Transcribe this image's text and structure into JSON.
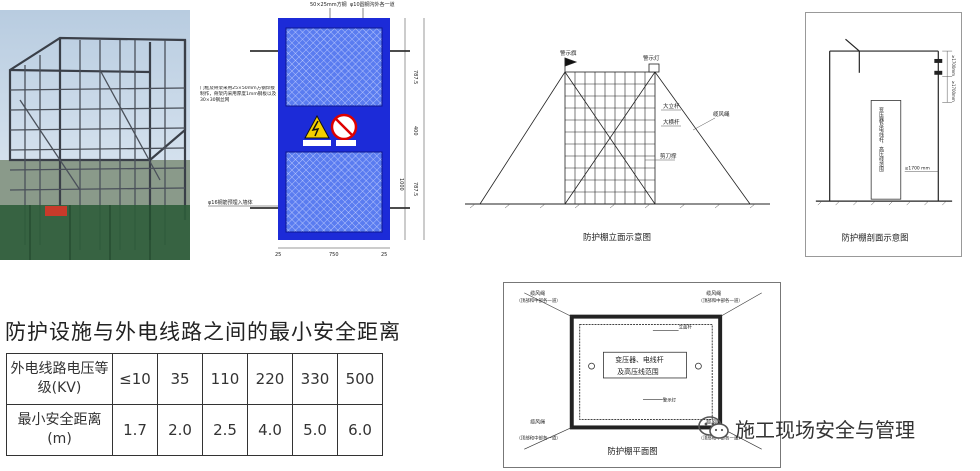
{
  "door": {
    "top_note_1": "50×25mm方钢",
    "top_note_2": "φ10圆钢沟外各一道",
    "left_note": "门框及骨架采用25×50mm方钢焊接制作，骨架内采用厚度1mm钢板以及30×30钢丝网",
    "anchor_note": "φ16钢筋预埋入墙体",
    "dim_bottom": [
      "25",
      "750",
      "25"
    ],
    "dim_right": [
      "787.5",
      "400",
      "787.5",
      "1000"
    ]
  },
  "elevation": {
    "warning_flag": "警示旗",
    "warning_light": "警示灯",
    "big_crossbar": "大立杆",
    "big_horizontal": "大横杆",
    "guy_rope": "缆风绳",
    "brace": "剪刀撑",
    "caption": "防护棚立面示意图"
  },
  "section": {
    "device_label": "变压器及电线杆，高压线范围",
    "dim_top": "≥1700mm",
    "dim_mid": "≥1700mm",
    "dim_side": "≥1700 mm",
    "caption": "防护棚剖面示意图"
  },
  "plan": {
    "tl_label_1": "缆风绳",
    "tl_label_2": "（顶部和中部各一道）",
    "tr_label_1": "缆风绳",
    "tr_label_2": "（顶部和中部各一道）",
    "bl_label_1": "缆风绳",
    "bl_label_2": "（顶部和中部各一道）",
    "br_label_1": "缆风绳",
    "br_label_2": "（顶部和中部各一道）",
    "inner_top": "立面杆",
    "inner_text_1": "变压器、电线杆",
    "inner_text_2": "及高压线范围",
    "inner_bottom": "警示灯",
    "caption": "防护棚平面图"
  },
  "table": {
    "title": "防护设施与外电线路之间的最小安全距离",
    "row1_header": "外电线路电压等级(KV)",
    "row2_header": "最小安全距离(m)",
    "voltages": [
      "≤10",
      "35",
      "110",
      "220",
      "330",
      "500"
    ],
    "distances": [
      "1.7",
      "2.0",
      "2.5",
      "4.0",
      "5.0",
      "6.0"
    ]
  },
  "watermark": "施工现场安全与管理"
}
